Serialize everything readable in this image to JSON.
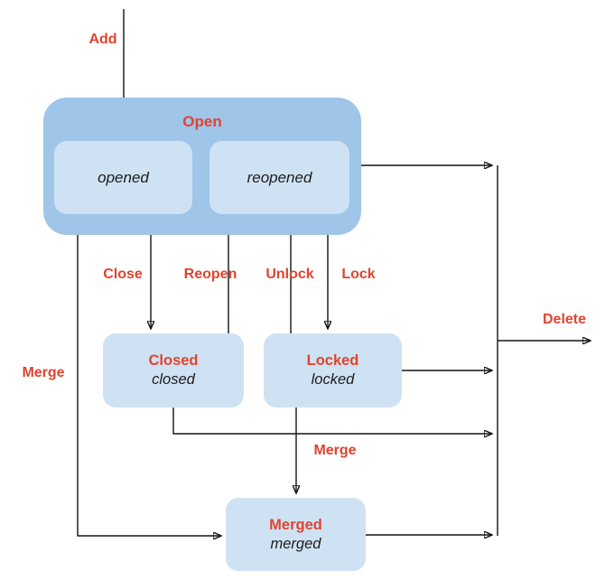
{
  "colors": {
    "background": "#ffffff",
    "container_fill": "#9fc5e8",
    "state_fill": "#cfe2f3",
    "accent_red": "#e0442f",
    "text_black": "#1c1c1c",
    "line_black": "#141414"
  },
  "open_group": {
    "label": "Open",
    "states": {
      "opened": "opened",
      "reopened": "reopened"
    }
  },
  "states": {
    "closed": {
      "title": "Closed",
      "subtitle": "closed"
    },
    "locked": {
      "title": "Locked",
      "subtitle": "locked"
    },
    "merged": {
      "title": "Merged",
      "subtitle": "merged"
    }
  },
  "transitions": {
    "add": "Add",
    "close": "Close",
    "reopen": "Reopen",
    "unlock": "Unlock",
    "lock": "Lock",
    "merge_left": "Merge",
    "merge_bottom": "Merge",
    "delete": "Delete"
  }
}
